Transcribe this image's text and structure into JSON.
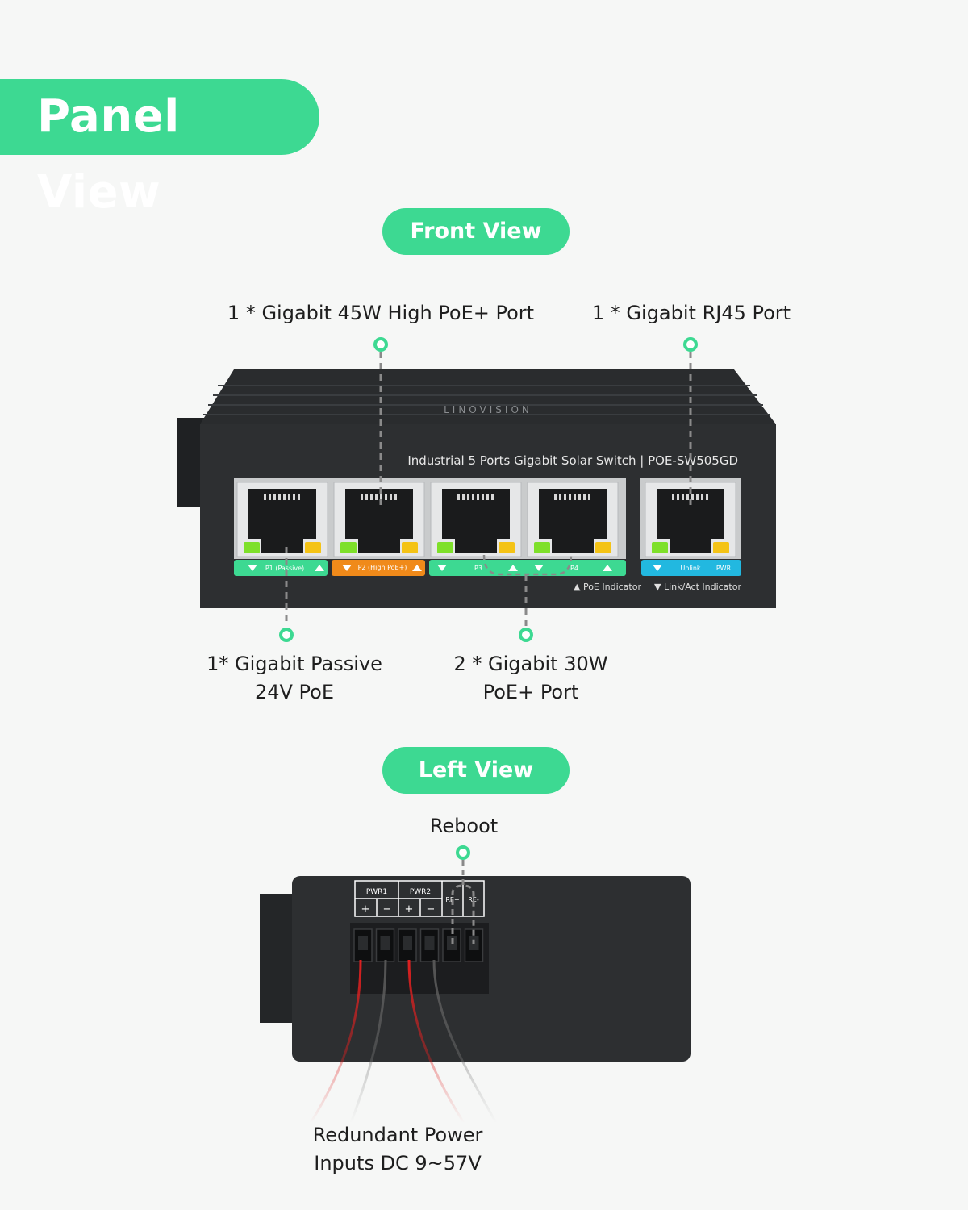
{
  "header": {
    "title": "Panel View"
  },
  "front": {
    "title": "Front View",
    "callouts": {
      "high_poe": "1 * Gigabit 45W High PoE+ Port",
      "rj45": "1 * Gigabit RJ45 Port",
      "passive_line1": "1* Gigabit Passive",
      "passive_line2": "24V PoE",
      "poe30_line1": "2 * Gigabit 30W",
      "poe30_line2": "PoE+ Port"
    },
    "device": {
      "brand": "LINOVISION",
      "model_text": "Industrial 5 Ports Gigabit Solar Switch | POE-SW505GD",
      "port_labels": [
        "P1 (Passive)",
        "P2 (High PoE+)",
        "P3",
        "P4",
        "Uplink",
        "PWR"
      ],
      "legend_poe": "▲ PoE Indicator",
      "legend_link": "▼ Link/Act Indicator"
    }
  },
  "left": {
    "title": "Left View",
    "callouts": {
      "reboot": "Reboot",
      "power_line1": "Redundant Power",
      "power_line2": "Inputs DC 9~57V"
    },
    "terminal": {
      "group_labels": [
        "PWR1",
        "PWR2"
      ],
      "reboot_labels": [
        "RE+",
        "RE-"
      ],
      "polarity": [
        "+",
        "−",
        "+",
        "−"
      ]
    }
  },
  "colors": {
    "accent": "#3dd992",
    "device_body": "#2d2f31",
    "strip_green": "#3dd992",
    "strip_orange": "#f08a1a",
    "strip_blue": "#22b8e0",
    "led_green": "#7ee02a",
    "led_yellow": "#f4c316"
  }
}
